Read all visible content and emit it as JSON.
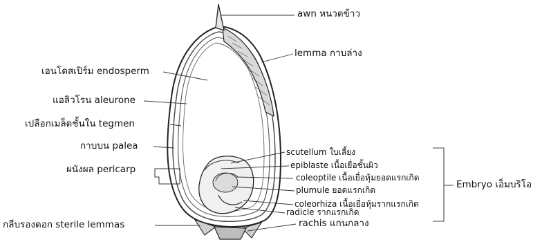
{
  "labels": {
    "awn": "awn หนวดข้าว",
    "lemma": "lemma กาบล่าง",
    "endosperm": "เอนโดสเปิร์ม endosperm",
    "aleurone": "แอลิวโรน aleurone",
    "tegmen": "เปลือกเมล็ดชั้นใน tegmen",
    "palea": "กาบบน palea",
    "pericarp": "ผนังผล pericarp",
    "scutellum": "scutellum ใบเลี้ยง",
    "epiblaste": "epiblaste เนื้อเยื่อชั้นผิว",
    "coleoptile": "coleoptile เนื้อเยื่อหุ้มยอดแรกเกิด",
    "plumule": "plumule ยอดแรกเกิด",
    "coleorhiza": "coleorhiza เนื้อเยื่อหุ้มรากแรกเกิด",
    "radicle": "radicle รากแรกเกิด",
    "embryo": "Embryo เอ็มบริโอ",
    "rachis": "rachis แกนกลาง",
    "sterile_lemmas": "กลีบรองดอก  sterile lemmas"
  }
}
